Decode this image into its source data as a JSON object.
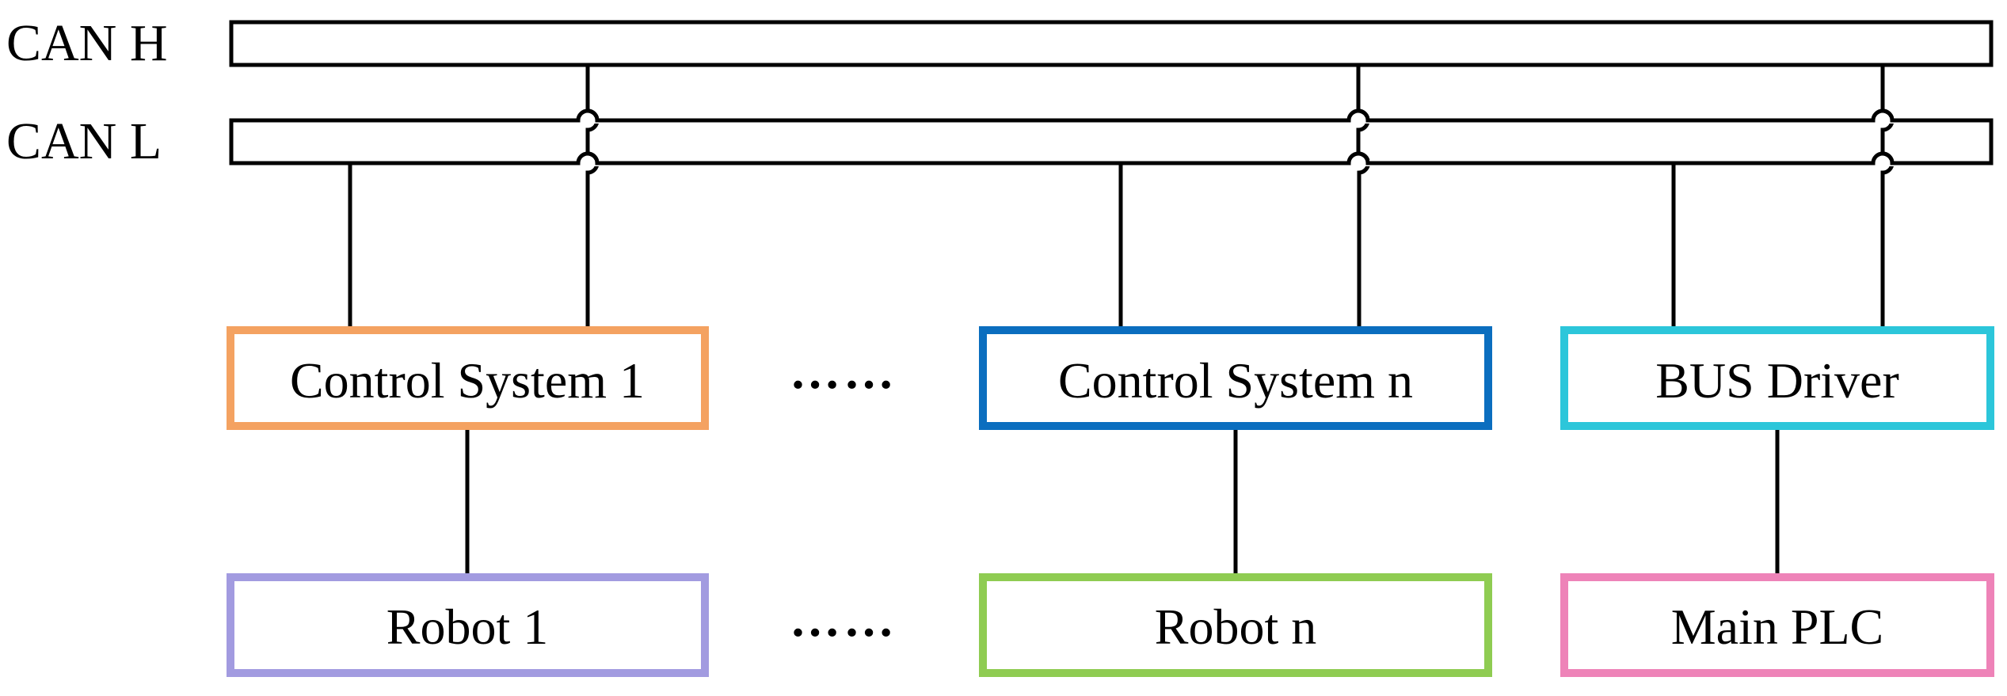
{
  "bus": {
    "can_h": "CAN H",
    "can_l": "CAN L"
  },
  "control_system_1": {
    "label": "Control System 1",
    "color": "#F4A261"
  },
  "control_system_n": {
    "label": "Control System n",
    "color": "#0B6EBF"
  },
  "bus_driver": {
    "label": "BUS Driver",
    "color": "#2CC6DA"
  },
  "robot_1": {
    "label": "Robot 1",
    "color": "#A29BE0"
  },
  "robot_n": {
    "label": "Robot n",
    "color": "#8FCC52"
  },
  "main_plc": {
    "label": "Main PLC",
    "color": "#EE83B8"
  },
  "ellipsis_top": "……",
  "ellipsis_bottom": "……"
}
